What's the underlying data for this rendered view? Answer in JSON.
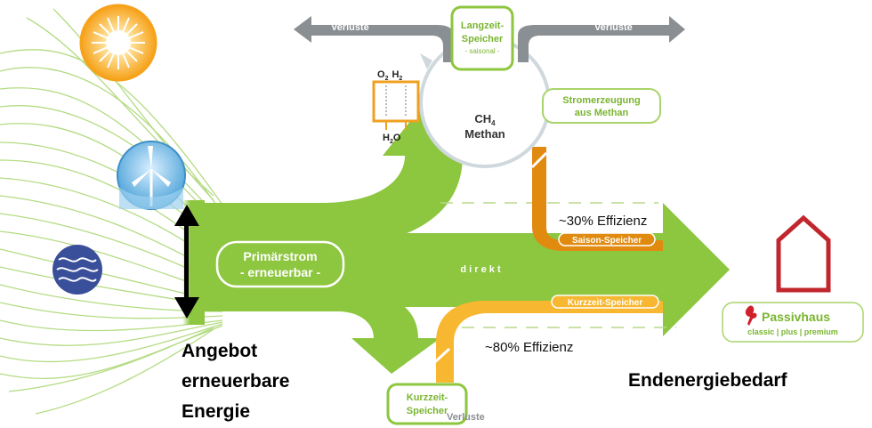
{
  "losses": {
    "left": "Verluste",
    "right": "Verluste",
    "bottom": "Verluste"
  },
  "long_term_storage": {
    "line1": "Langzeit-",
    "line2": "Speicher",
    "line3": "- saisonal -"
  },
  "electrolysis": {
    "o2": "O",
    "o2_sub": "2",
    "h2": "H",
    "h2_sub": "2",
    "h2o": "H",
    "h2o_sub": "2",
    "h2o_tail": "O"
  },
  "methane": {
    "formula": "CH",
    "formula_sub": "4",
    "name": "Methan"
  },
  "power_from_methane": {
    "line1": "Stromerzeugung",
    "line2": "aus Methan"
  },
  "primary_power": {
    "line1": "Primärstrom",
    "line2": "- erneuerbar -"
  },
  "direct_label": "d i r e k t",
  "seasonal": {
    "efficiency": "~30% Effizienz",
    "label": "Saison-Speicher"
  },
  "short_term": {
    "efficiency": "~80% Effizienz",
    "label": "Kurzzeit-Speicher",
    "box_line1": "Kurzzeit-",
    "box_line2": "Speicher"
  },
  "supply": {
    "line1": "Angebot",
    "line2": "erneuerbare",
    "line3": "Energie"
  },
  "demand": "Endenergiebedarf",
  "passivhaus": {
    "title": "Passivhaus",
    "sub": "classic | plus | premium"
  },
  "colors": {
    "green": "#8dc63f",
    "green_dark": "#5e9b2a",
    "orange": "#e08a10",
    "yellow": "#f7b731",
    "gray": "#8a8f93",
    "house_red": "#c0272d",
    "sun": "#f6a21a",
    "wind": "#5fb0e0",
    "water": "#3a4f9a"
  },
  "icons": [
    "sun-icon",
    "wind-turbine-icon",
    "wave-icon",
    "house-icon",
    "double-arrow-icon"
  ]
}
